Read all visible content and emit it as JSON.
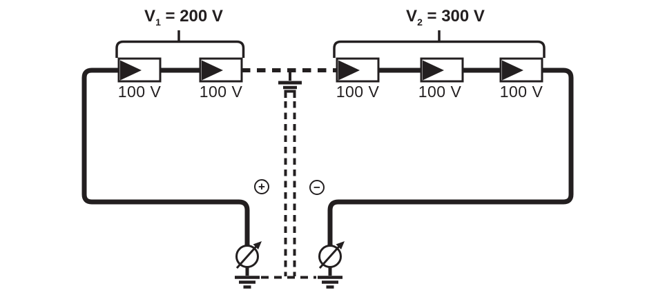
{
  "colors": {
    "ink": "#231f20",
    "background": "#ffffff"
  },
  "diagram": {
    "left_string": {
      "label": {
        "symbol": "V",
        "subscript": "1",
        "value": " = 200 V"
      },
      "units": [
        "100 V",
        "100 V"
      ]
    },
    "right_string": {
      "label": {
        "symbol": "V",
        "subscript": "2",
        "value": " = 300 V"
      },
      "units": [
        "100 V",
        "100 V",
        "100 V"
      ]
    },
    "polarity": {
      "positive": "+",
      "negative": "−"
    }
  }
}
